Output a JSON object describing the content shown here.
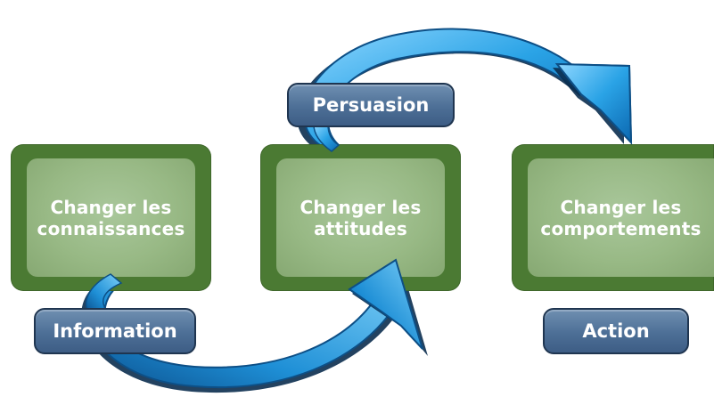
{
  "boxes": [
    {
      "line1": "Changer les",
      "line2": "connaissances"
    },
    {
      "line1": "Changer les",
      "line2": "attitudes"
    },
    {
      "line1": "Changer les",
      "line2": "comportements"
    }
  ],
  "labels": {
    "information": "Information",
    "persuasion": "Persuasion",
    "action": "Action"
  },
  "colors": {
    "box_frame": "#4b7a33",
    "box_fill": "#98b985",
    "arrow_blue": "#2aa3e6",
    "pill_blue": "#4d6f96"
  }
}
